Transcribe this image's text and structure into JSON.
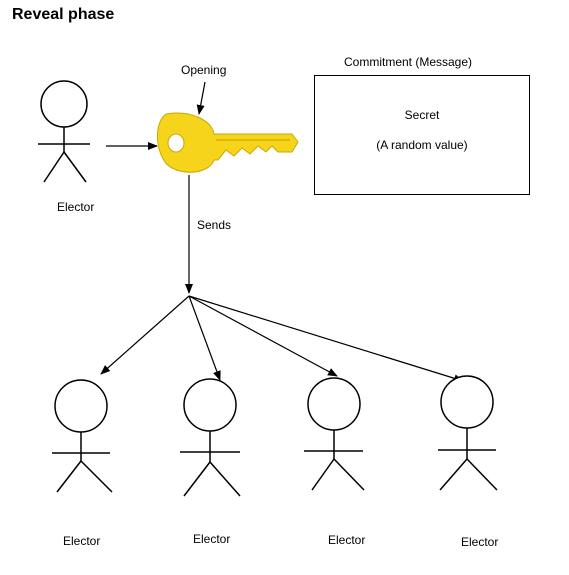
{
  "title": "Reveal phase",
  "sender": {
    "label": "Elector"
  },
  "key": {
    "label": "Opening",
    "color": "#F7D41C"
  },
  "edge_label": "Sends",
  "commitment": {
    "heading": "Commitment (Message)",
    "line1": "Secret",
    "line2": "(A random value)"
  },
  "receivers": [
    {
      "label": "Elector"
    },
    {
      "label": "Elector"
    },
    {
      "label": "Elector"
    },
    {
      "label": "Elector"
    }
  ]
}
